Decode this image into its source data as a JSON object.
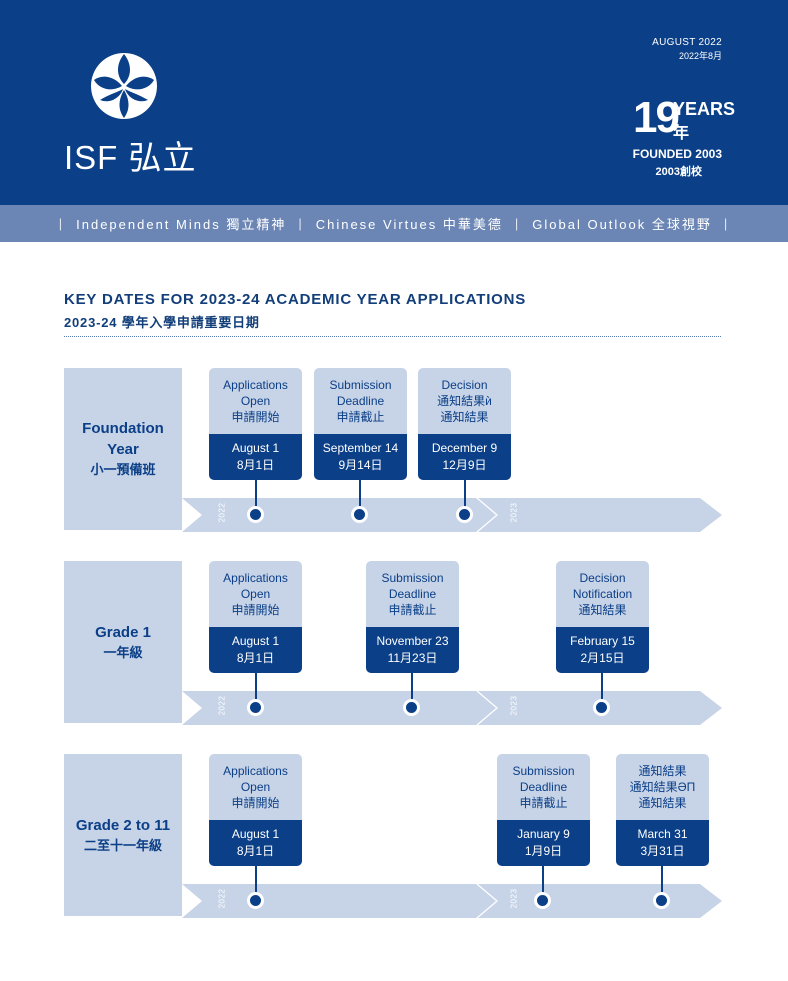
{
  "header": {
    "logo_text": "ISF 弘立",
    "date_en": "AUGUST 2022",
    "date_zh": "2022年8月",
    "years_number": "19",
    "years_word": "YEARS",
    "years_zh": "年",
    "founded_en": "FOUNDED 2003",
    "founded_zh": "2003創校"
  },
  "motto": [
    "Independent Minds 獨立精神",
    "Chinese Virtues 中華美德",
    "Global Outlook 全球視野"
  ],
  "title_en": "KEY DATES FOR 2023-24 ACADEMIC YEAR APPLICATIONS",
  "title_zh": "2023-24 學年入學申請重要日期",
  "rows": [
    {
      "grade_en": "Foundation Year",
      "grade_zh": "小一預備班",
      "year_start": "2022",
      "year_end": "2023",
      "cards": [
        {
          "top": [
            "Applications",
            "Open",
            "申請開始"
          ],
          "date_en": "August 1",
          "date_zh": "8月1日"
        },
        {
          "top": [
            "Submission",
            "Deadline",
            "申請截止"
          ],
          "date_en": "September 14",
          "date_zh": "9月14日"
        },
        {
          "top": [
            "Decision",
            "通知結果ѝ",
            "通知結果"
          ],
          "date_en": "December 9",
          "date_zh": "12月9日"
        }
      ]
    },
    {
      "grade_en": "Grade 1",
      "grade_zh": "一年級",
      "year_start": "2022",
      "year_end": "2023",
      "cards": [
        {
          "top": [
            "Applications",
            "Open",
            "申請開始"
          ],
          "date_en": "August 1",
          "date_zh": "8月1日"
        },
        {
          "top": [
            "Submission",
            "Deadline",
            "申請截止"
          ],
          "date_en": "November 23",
          "date_zh": "11月23日"
        },
        {
          "top": [
            "Decision",
            "Notification",
            "通知結果"
          ],
          "date_en": "February 15",
          "date_zh": "2月15日"
        }
      ]
    },
    {
      "grade_en": "Grade 2 to 11",
      "grade_zh": "二至十一年級",
      "year_start": "2022",
      "year_end": "2023",
      "cards": [
        {
          "top": [
            "Applications",
            "Open",
            "申請開始"
          ],
          "date_en": "August 1",
          "date_zh": "8月1日"
        },
        {
          "top": [
            "Submission",
            "Deadline",
            "申請截止"
          ],
          "date_en": "January 9",
          "date_zh": "1月9日"
        },
        {
          "top": [
            "通知結果",
            "通知結果ƏΠ",
            "通知結果"
          ],
          "date_en": "March 31",
          "date_zh": "3月31日"
        }
      ]
    }
  ],
  "colors": {
    "navy": "#0b3f87",
    "light_blue": "#c7d3e7",
    "band": "#6b86b5"
  }
}
